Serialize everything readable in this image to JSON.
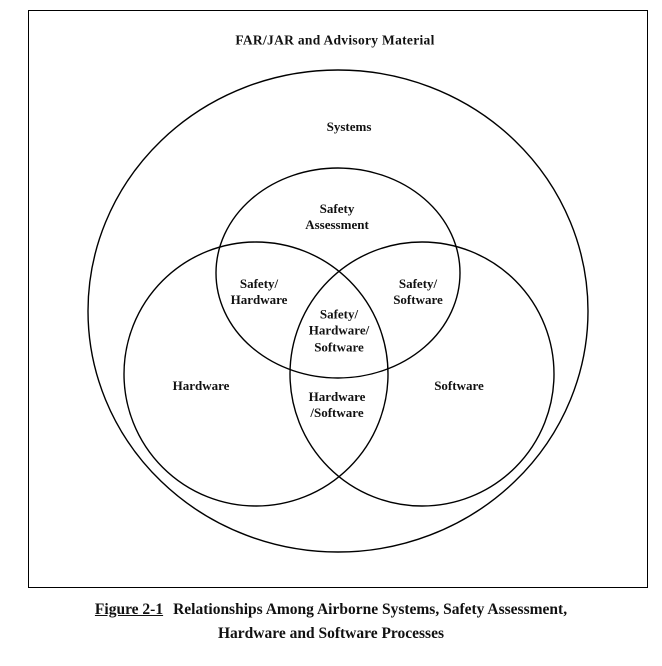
{
  "figure": {
    "top_label": "FAR/JAR and Advisory Material",
    "regions": {
      "systems": "Systems",
      "safety_assessment": "Safety\nAssessment",
      "safety_hardware": "Safety/\nHardware",
      "safety_software": "Safety/\nSoftware",
      "safety_hardware_software": "Safety/\nHardware/\nSoftware",
      "hardware": "Hardware",
      "software": "Software",
      "hardware_software": "Hardware\n/Software"
    }
  },
  "caption": {
    "figure_number": "Figure 2-1",
    "title_line1": "Relationships Among Airborne Systems, Safety Assessment,",
    "title_line2": "Hardware and Software Processes"
  },
  "colors": {
    "stroke": "#000000",
    "background": "#ffffff"
  }
}
